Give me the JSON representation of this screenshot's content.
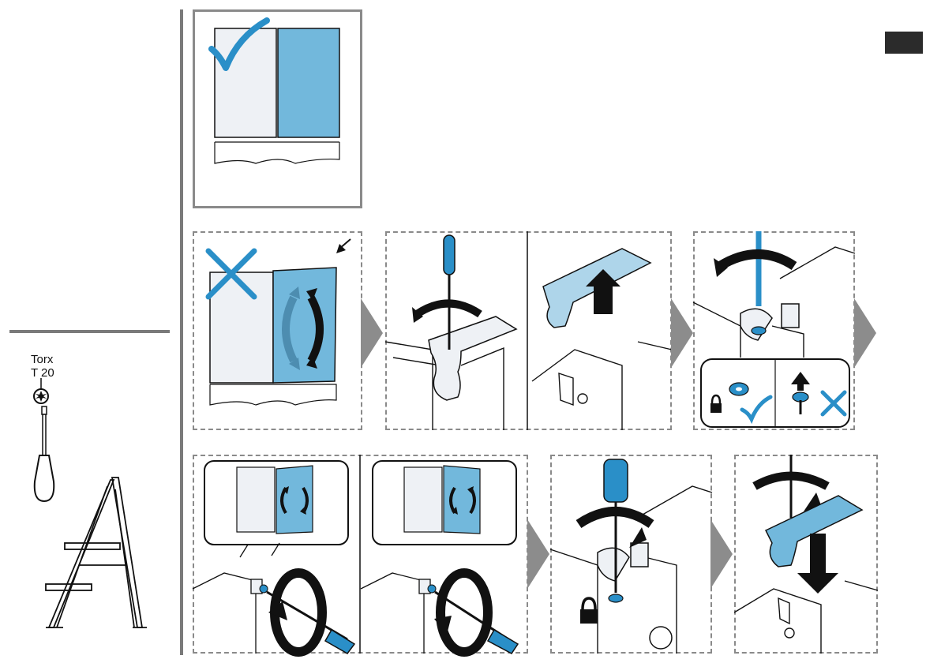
{
  "tool": {
    "brand_line": "Torx",
    "size_line": "T 20",
    "icons": [
      "torx-bit-icon",
      "screwdriver-icon",
      "stepladder-icon"
    ]
  },
  "colors": {
    "accent_blue": "#72b8dc",
    "dark_blue": "#2a8fc8",
    "light_panel": "#eef1f5",
    "frame_gray": "#8a8a8a",
    "page_tab": "#2b2b2b"
  },
  "steps": [
    {
      "name": "doors-aligned",
      "status": "correct"
    },
    {
      "name": "doors-misaligned",
      "status": "incorrect"
    },
    {
      "name": "unscrew-hinge-cover",
      "status": "action"
    },
    {
      "name": "loosen-lock-screw",
      "status": "action"
    },
    {
      "name": "adjust-door-height",
      "status": "action"
    },
    {
      "name": "tighten-lock-screw",
      "status": "action"
    },
    {
      "name": "refit-hinge-cover",
      "status": "action"
    }
  ]
}
